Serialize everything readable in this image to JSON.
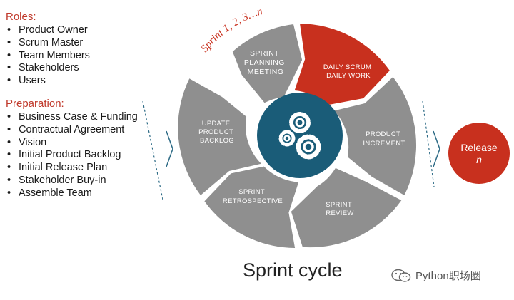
{
  "roles": {
    "heading": "Roles:",
    "items": [
      "Product Owner",
      "Scrum Master",
      "Team Members",
      "Stakeholders",
      "Users"
    ]
  },
  "preparation": {
    "heading": "Preparation:",
    "items": [
      "Business Case & Funding",
      "Contractual Agreement",
      "Vision",
      "Initial Product Backlog",
      "Initial Release Plan",
      "Stakeholder Buy-in",
      "Assemble Team"
    ]
  },
  "cycle": {
    "sprint_label": "Sprint 1, 2, 3…n",
    "segments": {
      "planning": [
        "SPRINT",
        "PLANNING",
        "MEETING"
      ],
      "daily": [
        "DAILY SCRUM",
        "DAILY WORK"
      ],
      "increment": [
        "PRODUCT",
        "INCREMENT"
      ],
      "review": [
        "SPRINT",
        "REVIEW"
      ],
      "retrospective": [
        "SPRINT",
        "RETROSPECTIVE"
      ],
      "backlog": [
        "UPDATE",
        "PRODUCT",
        "BACKLOG"
      ]
    },
    "center_icon": "gears-icon"
  },
  "release": {
    "line1": "Release",
    "line2": "n"
  },
  "title": "Sprint cycle",
  "footer": {
    "brand": "Python职场圈",
    "icon": "wechat-icon"
  },
  "colors": {
    "accent_red": "#c8301e",
    "segment_gray": "#8f8f8f",
    "center_teal": "#1a5c78",
    "heading_red": "#c0392b"
  }
}
